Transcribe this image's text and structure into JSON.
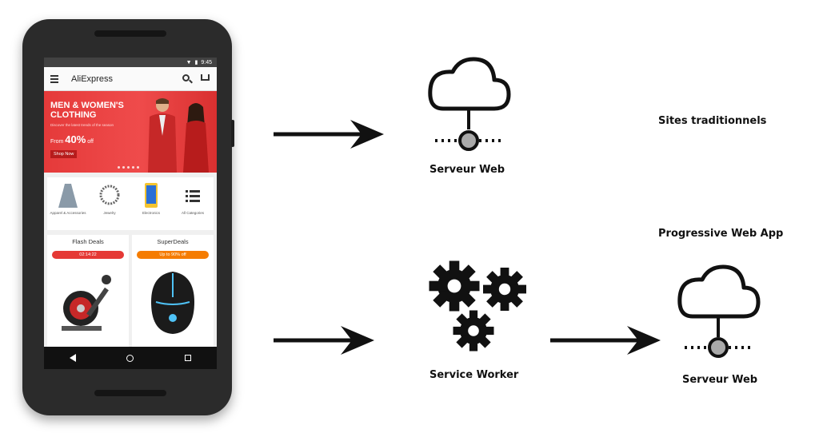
{
  "phone": {
    "status_time": "9:45",
    "app_title": "AliExpress",
    "banner": {
      "title": "MEN & WOMEN'S CLOTHING",
      "subtitle": "Discover the latest trends of the season",
      "from_label": "From",
      "percent": "40%",
      "off_label": "off",
      "button": "Shop Now"
    },
    "categories": [
      {
        "label": "Apparel & Accessories",
        "icon": "dress-icon"
      },
      {
        "label": "Jewelry",
        "icon": "necklace-icon"
      },
      {
        "label": "Electronics",
        "icon": "phone-icon"
      },
      {
        "label": "All Categories",
        "icon": "list-icon"
      }
    ],
    "deals": [
      {
        "title": "Flash Deals",
        "pill": "02:14:22",
        "pill_color": "#e53935",
        "image": "fishing-reel-icon"
      },
      {
        "title": "SuperDeals",
        "pill": "Up to 90% off",
        "pill_color": "#f57c00",
        "image": "gaming-mouse-icon"
      }
    ]
  },
  "diagram": {
    "traditional_label": "Sites traditionnels",
    "pwa_label": "Progressive Web App",
    "server_top_label": "Serveur Web",
    "service_worker_label": "Service Worker",
    "server_bottom_label": "Serveur Web",
    "icons": [
      "cloud-server-icon",
      "gears-icon",
      "arrow-right-icon"
    ]
  }
}
